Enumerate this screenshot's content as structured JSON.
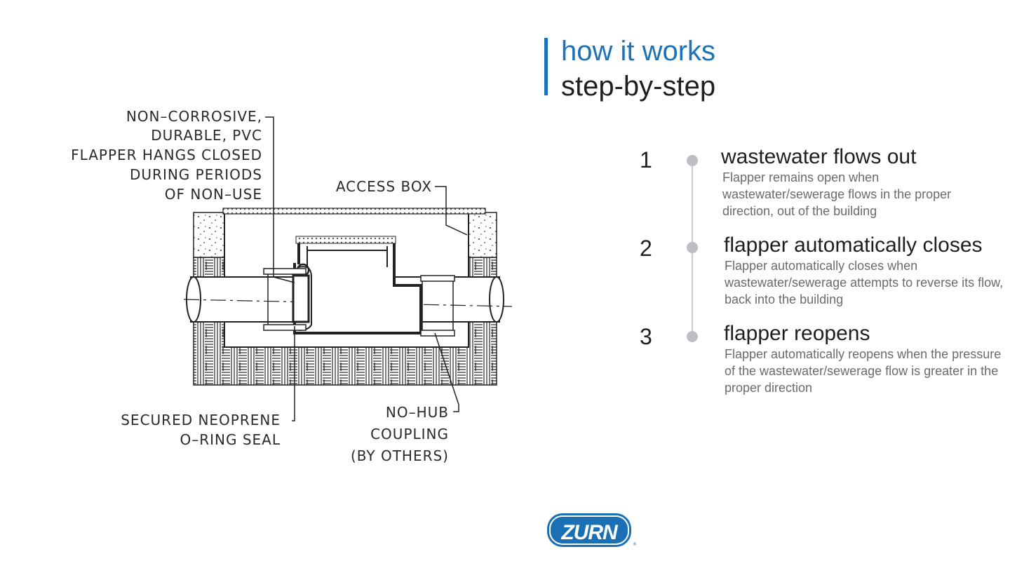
{
  "title": {
    "line1": "how it works",
    "line2": "step-by-step"
  },
  "steps": [
    {
      "number": "1",
      "heading": "wastewater flows out",
      "description": "Flapper remains open when wastewater/sewerage flows in the proper direction, out of the building"
    },
    {
      "number": "2",
      "heading": "flapper automatically closes",
      "description": "Flapper automatically closes when wastewater/sewerage attempts to reverse its flow, back into the building"
    },
    {
      "number": "3",
      "heading": "flapper reopens",
      "description": "Flapper automatically reopens when the pressure of the wastewater/sewerage flow is greater in the proper direction"
    }
  ],
  "diagram": {
    "label_flapper": [
      "NON–CORROSIVE,",
      "DURABLE, PVC",
      "FLAPPER HANGS CLOSED",
      "DURING PERIODS",
      "OF NON–USE"
    ],
    "label_access_box": "ACCESS BOX",
    "label_seal": [
      "SECURED NEOPRENE",
      "O–RING SEAL"
    ],
    "label_coupling": [
      "NO–HUB",
      "COUPLING",
      "(BY OTHERS)"
    ]
  },
  "logo": {
    "text": "ZURN",
    "color": "#1a6fb5"
  },
  "colors": {
    "accent": "#1a72b8",
    "timeline": "#c9c9cf"
  }
}
